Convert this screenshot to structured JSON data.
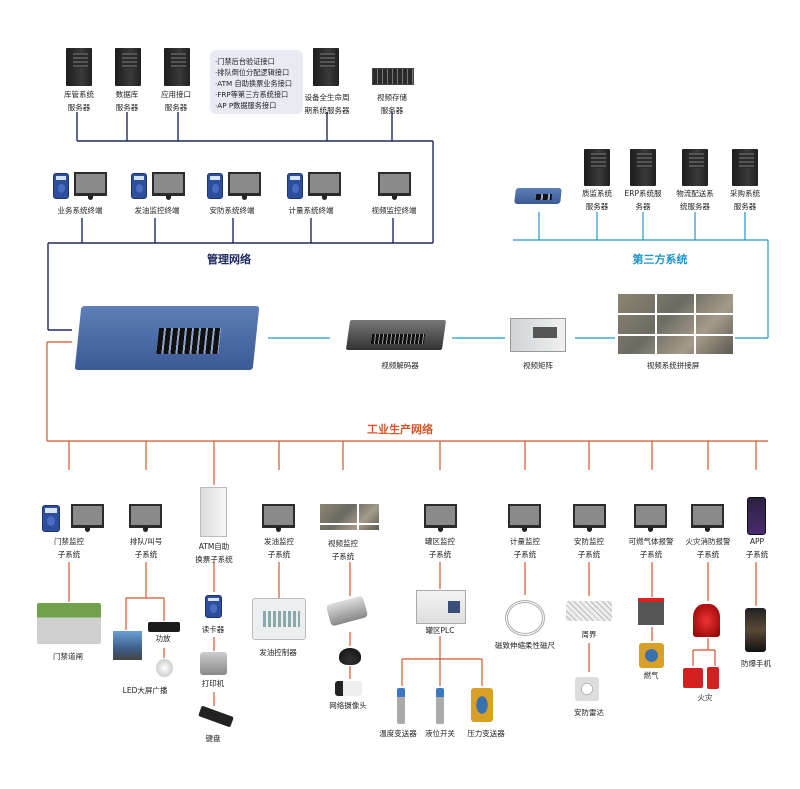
{
  "colors": {
    "management": "#1f2a66",
    "third_party": "#2496c9",
    "industrial": "#d2572a"
  },
  "management_network": {
    "title": "管理网络",
    "servers": [
      {
        "label": "库管系统\n服务器",
        "icon": "tower-server"
      },
      {
        "label": "数据库\n服务器",
        "icon": "tower-server"
      },
      {
        "label": "应用接口\n服务器",
        "icon": "tower-server"
      },
      {
        "label": "设备全生命周\n期系统服务器",
        "icon": "tower-server"
      },
      {
        "label": "视频存储\n服务器",
        "icon": "rack-storage"
      }
    ],
    "interfaces": [
      "·门禁后台验证接口",
      "·排队倒位分配逻辑接口",
      "·ATM 自助换票业务接口",
      "·FRP等第三方系统接口",
      "·AP P数据服务接口"
    ],
    "terminals": [
      {
        "label": "业务系统终端"
      },
      {
        "label": "发油监控终端"
      },
      {
        "label": "安防系统终端"
      },
      {
        "label": "计量系统终端"
      },
      {
        "label": "视频监控终端"
      }
    ]
  },
  "third_party": {
    "title": "第三方系统",
    "servers": [
      {
        "label": "质监系统\n服务器"
      },
      {
        "label": "ERP系统服\n务器"
      },
      {
        "label": "物流配送系\n统服务器"
      },
      {
        "label": "采购系统\n服务器"
      }
    ]
  },
  "video_chain": {
    "decoder": "视频解码器",
    "matrix": "视频矩阵",
    "wall": "视频系统拼接屏"
  },
  "industrial_network": {
    "title": "工业生产网络",
    "subsystems": [
      {
        "label": "门禁监控\n子系统"
      },
      {
        "label": "排队/叫号\n子系统"
      },
      {
        "label": "ATM自助\n换票子系统"
      },
      {
        "label": "发油监控\n子系统"
      },
      {
        "label": "视频监控\n子系统"
      },
      {
        "label": "罐区监控\n子系统"
      },
      {
        "label": "计量监控\n子系统"
      },
      {
        "label": "安防监控\n子系统"
      },
      {
        "label": "可燃气体报警\n子系统"
      },
      {
        "label": "火灾消防报警\n子系统"
      },
      {
        "label": "APP\n子系统"
      }
    ],
    "devices": {
      "gate": "门禁道闸",
      "amp": "功放",
      "led": "LED大屏广播",
      "card_reader": "读卡器",
      "printer": "打印机",
      "keyboard": "键盘",
      "oil_controller": "发油控制器",
      "ip_camera": "网络摄像头",
      "plc": "罐区PLC",
      "temp": "温度变送器",
      "level": "液位开关",
      "pressure": "压力变送器",
      "magnetostrictive": "磁致伸缩柔性磁尺",
      "perimeter": "周界",
      "radar": "安防雷达",
      "gas": "燃气",
      "fire": "火灾",
      "phone": "防爆手机"
    }
  }
}
